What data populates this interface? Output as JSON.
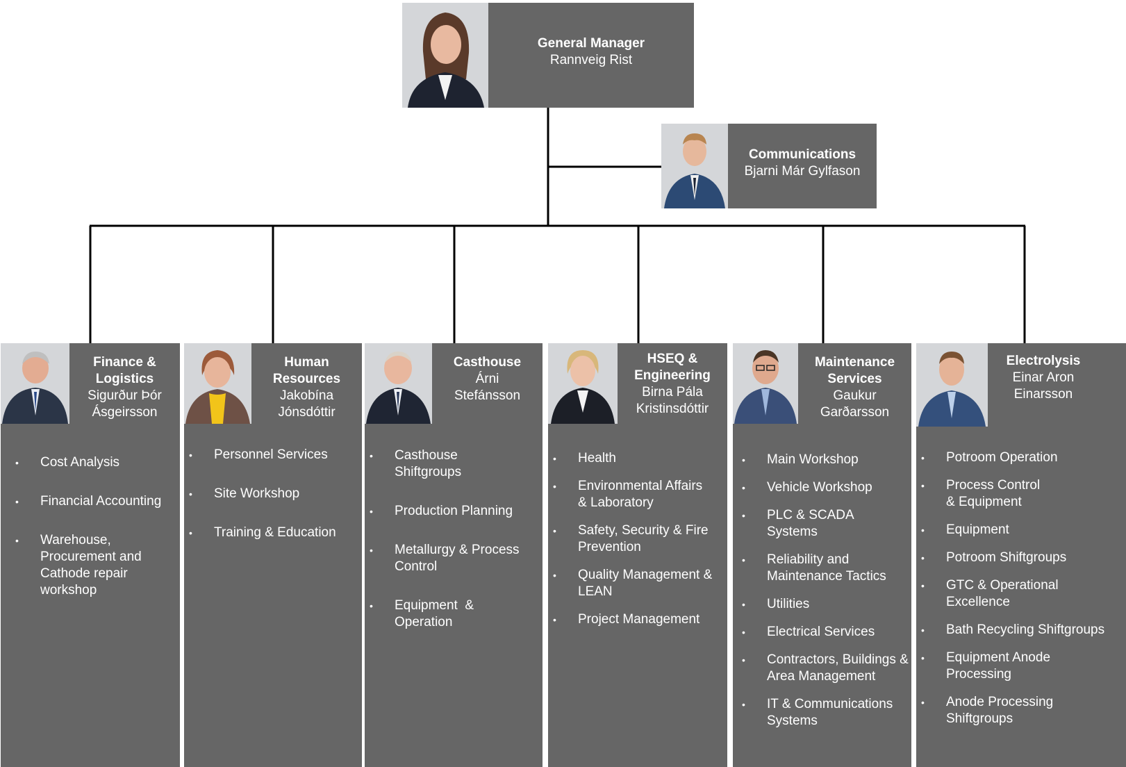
{
  "colors": {
    "box": "#666666",
    "text": "#ffffff",
    "connector": "#000000"
  },
  "general_manager": {
    "role": "General Manager",
    "name": "Rannveig Rist",
    "photo": "portrait-woman-dark-hair"
  },
  "communications": {
    "role": "Communications",
    "name": "Bjarni Már Gylfason",
    "photo": "portrait-man-blue-jacket"
  },
  "departments": [
    {
      "role": "Finance & Logistics",
      "name": "Sigurður Þór Ásgeirsson",
      "photo": "portrait-man-grey-hair",
      "units": [
        "Cost Analysis",
        "Financial Accounting",
        "Warehouse, Procurement and Cathode repair workshop"
      ]
    },
    {
      "role": "Human Resources",
      "name": "Jakobína Jónsdóttir",
      "photo": "portrait-woman-yellow-top",
      "units": [
        "Personnel Services",
        "Site Workshop",
        "Training & Education"
      ]
    },
    {
      "role": "Casthouse",
      "name": "Árni Stefánsson",
      "photo": "portrait-man-bald",
      "units": [
        "Casthouse Shiftgroups",
        "Production Planning",
        "Metallurgy & Process Control",
        "Equipment  & Operation"
      ]
    },
    {
      "role": "HSEQ & Engineering",
      "name": "Birna Pála Kristinsdóttir",
      "photo": "portrait-woman-blonde",
      "units": [
        "Health",
        "Environmental Affairs & Laboratory",
        "Safety, Security & Fire Prevention",
        "Quality Management & LEAN",
        "Project Management"
      ]
    },
    {
      "role": "Maintenance Services",
      "name": "Gaukur Garðarsson",
      "photo": "portrait-man-glasses",
      "units": [
        "Main Workshop",
        "Vehicle Workshop",
        "PLC & SCADA Systems",
        "Reliability and Maintenance Tactics",
        "Utilities",
        "Electrical Services",
        "Contractors, Buildings & Area Management",
        "IT & Communications Systems"
      ]
    },
    {
      "role": "Electrolysis",
      "name": "Einar Aron Einarsson",
      "photo": "portrait-man-brown-hair",
      "units": [
        "Potroom Operation",
        "Process Control & Equipment",
        "Equipment",
        "Potroom Shiftgroups",
        "GTC & Operational Excellence",
        "Bath Recycling Shiftgroups",
        "Equipment Anode Processing",
        "Anode Processing Shiftgroups"
      ]
    }
  ]
}
